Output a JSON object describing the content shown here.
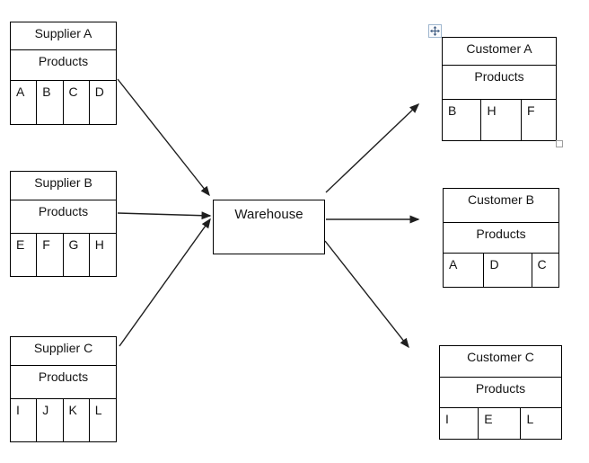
{
  "canvas": {
    "background": "#ffffff"
  },
  "colors": {
    "connector_line": "#1f1f1f",
    "table_border": "#000000",
    "text": "#141414",
    "move_handle_border": "#9eb6ce",
    "move_handle_glyph": "#3d5a80",
    "resize_handle_border": "#9d9d9d"
  },
  "icons": {
    "move_handle": "four-direction-move-arrows",
    "resize_handle": "small-square-resize-grip",
    "text_cursor": "i-beam-caret"
  },
  "diagram": {
    "warehouse": {
      "label": "Warehouse"
    },
    "suppliers": [
      {
        "title": "Supplier A",
        "products_label": "Products",
        "items": [
          "A",
          "B",
          "C",
          "D"
        ]
      },
      {
        "title": "Supplier B",
        "products_label": "Products",
        "items": [
          "E",
          "F",
          "G",
          "H"
        ]
      },
      {
        "title": "Supplier C",
        "products_label": "Products",
        "items": [
          "I",
          "J",
          "K",
          "L"
        ]
      }
    ],
    "customers": [
      {
        "title": "Customer A",
        "products_label": "Products",
        "items": [
          "B",
          "H",
          "F"
        ]
      },
      {
        "title": "Customer B",
        "products_label": "Products",
        "items": [
          "A",
          "D",
          "C"
        ]
      },
      {
        "title": "Customer C",
        "products_label": "Products",
        "items": [
          "I",
          "E",
          "L"
        ]
      }
    ],
    "flows": [
      "Supplier A -> Warehouse",
      "Supplier B -> Warehouse",
      "Supplier C -> Warehouse",
      "Warehouse -> Customer A",
      "Warehouse -> Customer B",
      "Warehouse -> Customer C"
    ]
  }
}
